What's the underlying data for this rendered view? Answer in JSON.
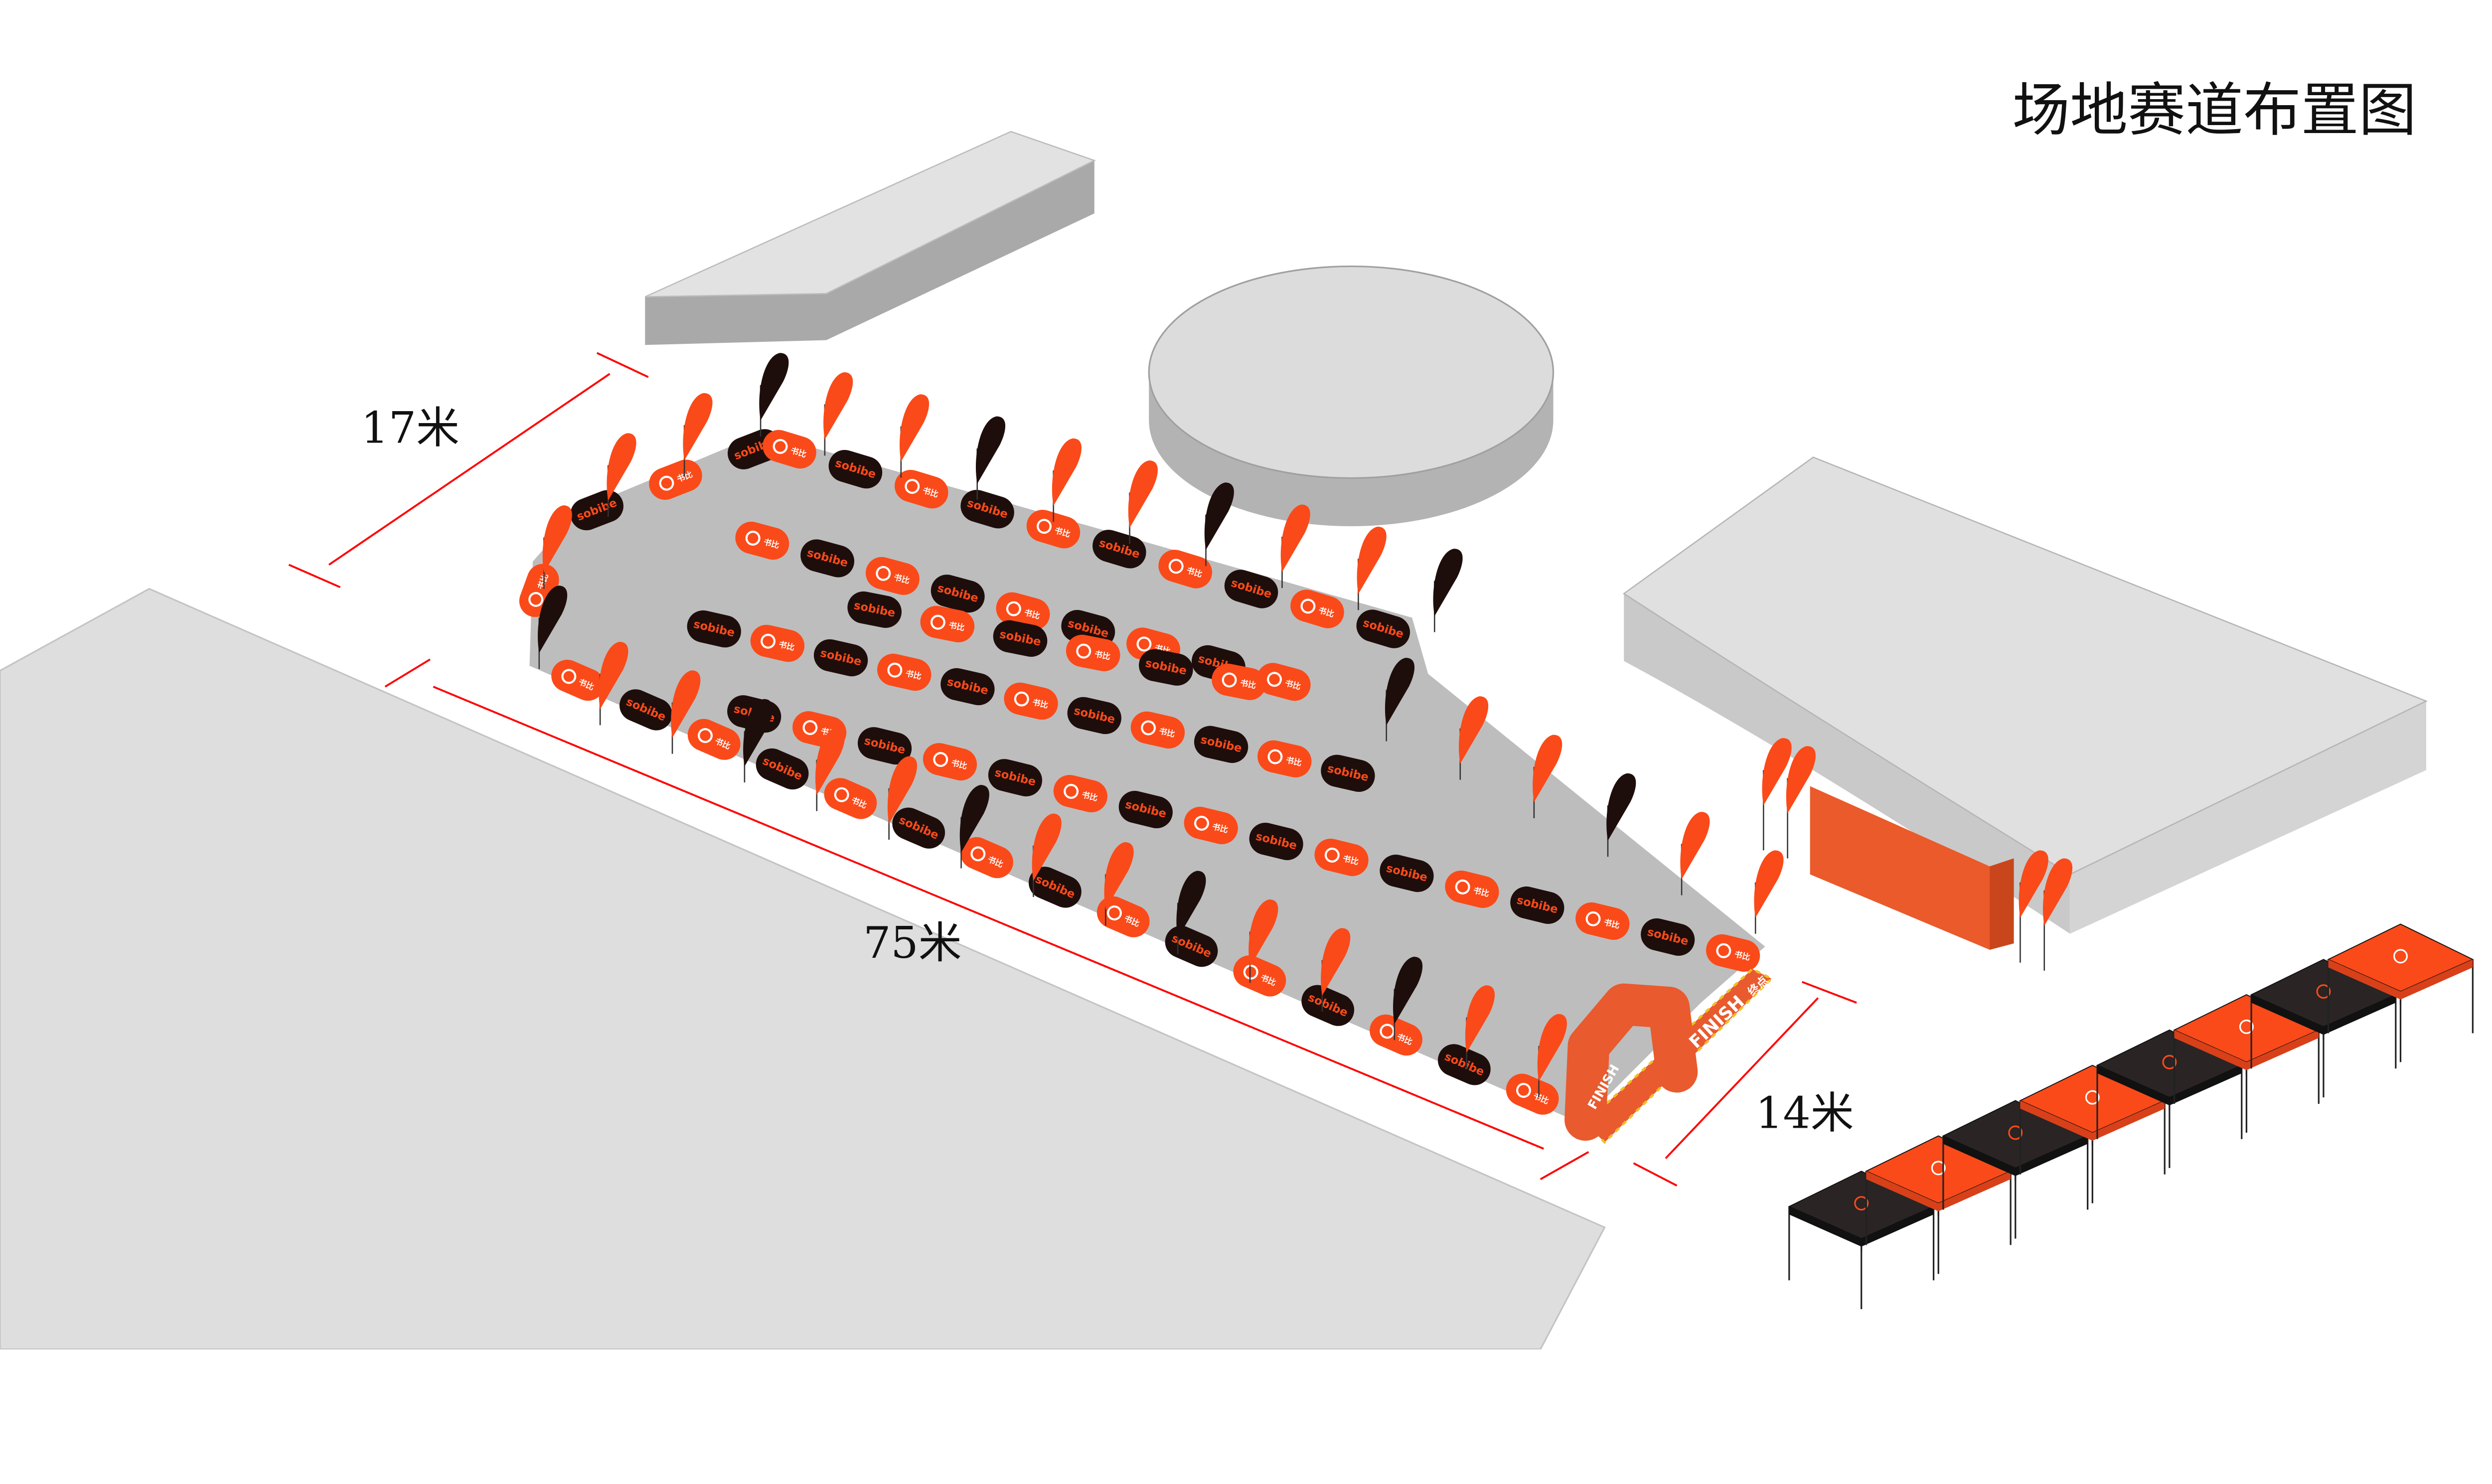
{
  "title": "场地赛道布置图",
  "dimensions": {
    "width_label": "17米",
    "length_label": "75米",
    "finish_width_label": "14米"
  },
  "finish": {
    "label": "FINISH",
    "sub_label": "终点"
  },
  "brand": {
    "name": "sobibe",
    "cn_name": "书比"
  },
  "colors": {
    "accent_orange": "#fa4a19",
    "arch_orange": "#e95a2e",
    "dark": "#1d0e0c",
    "track": "#bdbdbd",
    "ground": "#dedede",
    "dimension_line": "#ff0000"
  }
}
